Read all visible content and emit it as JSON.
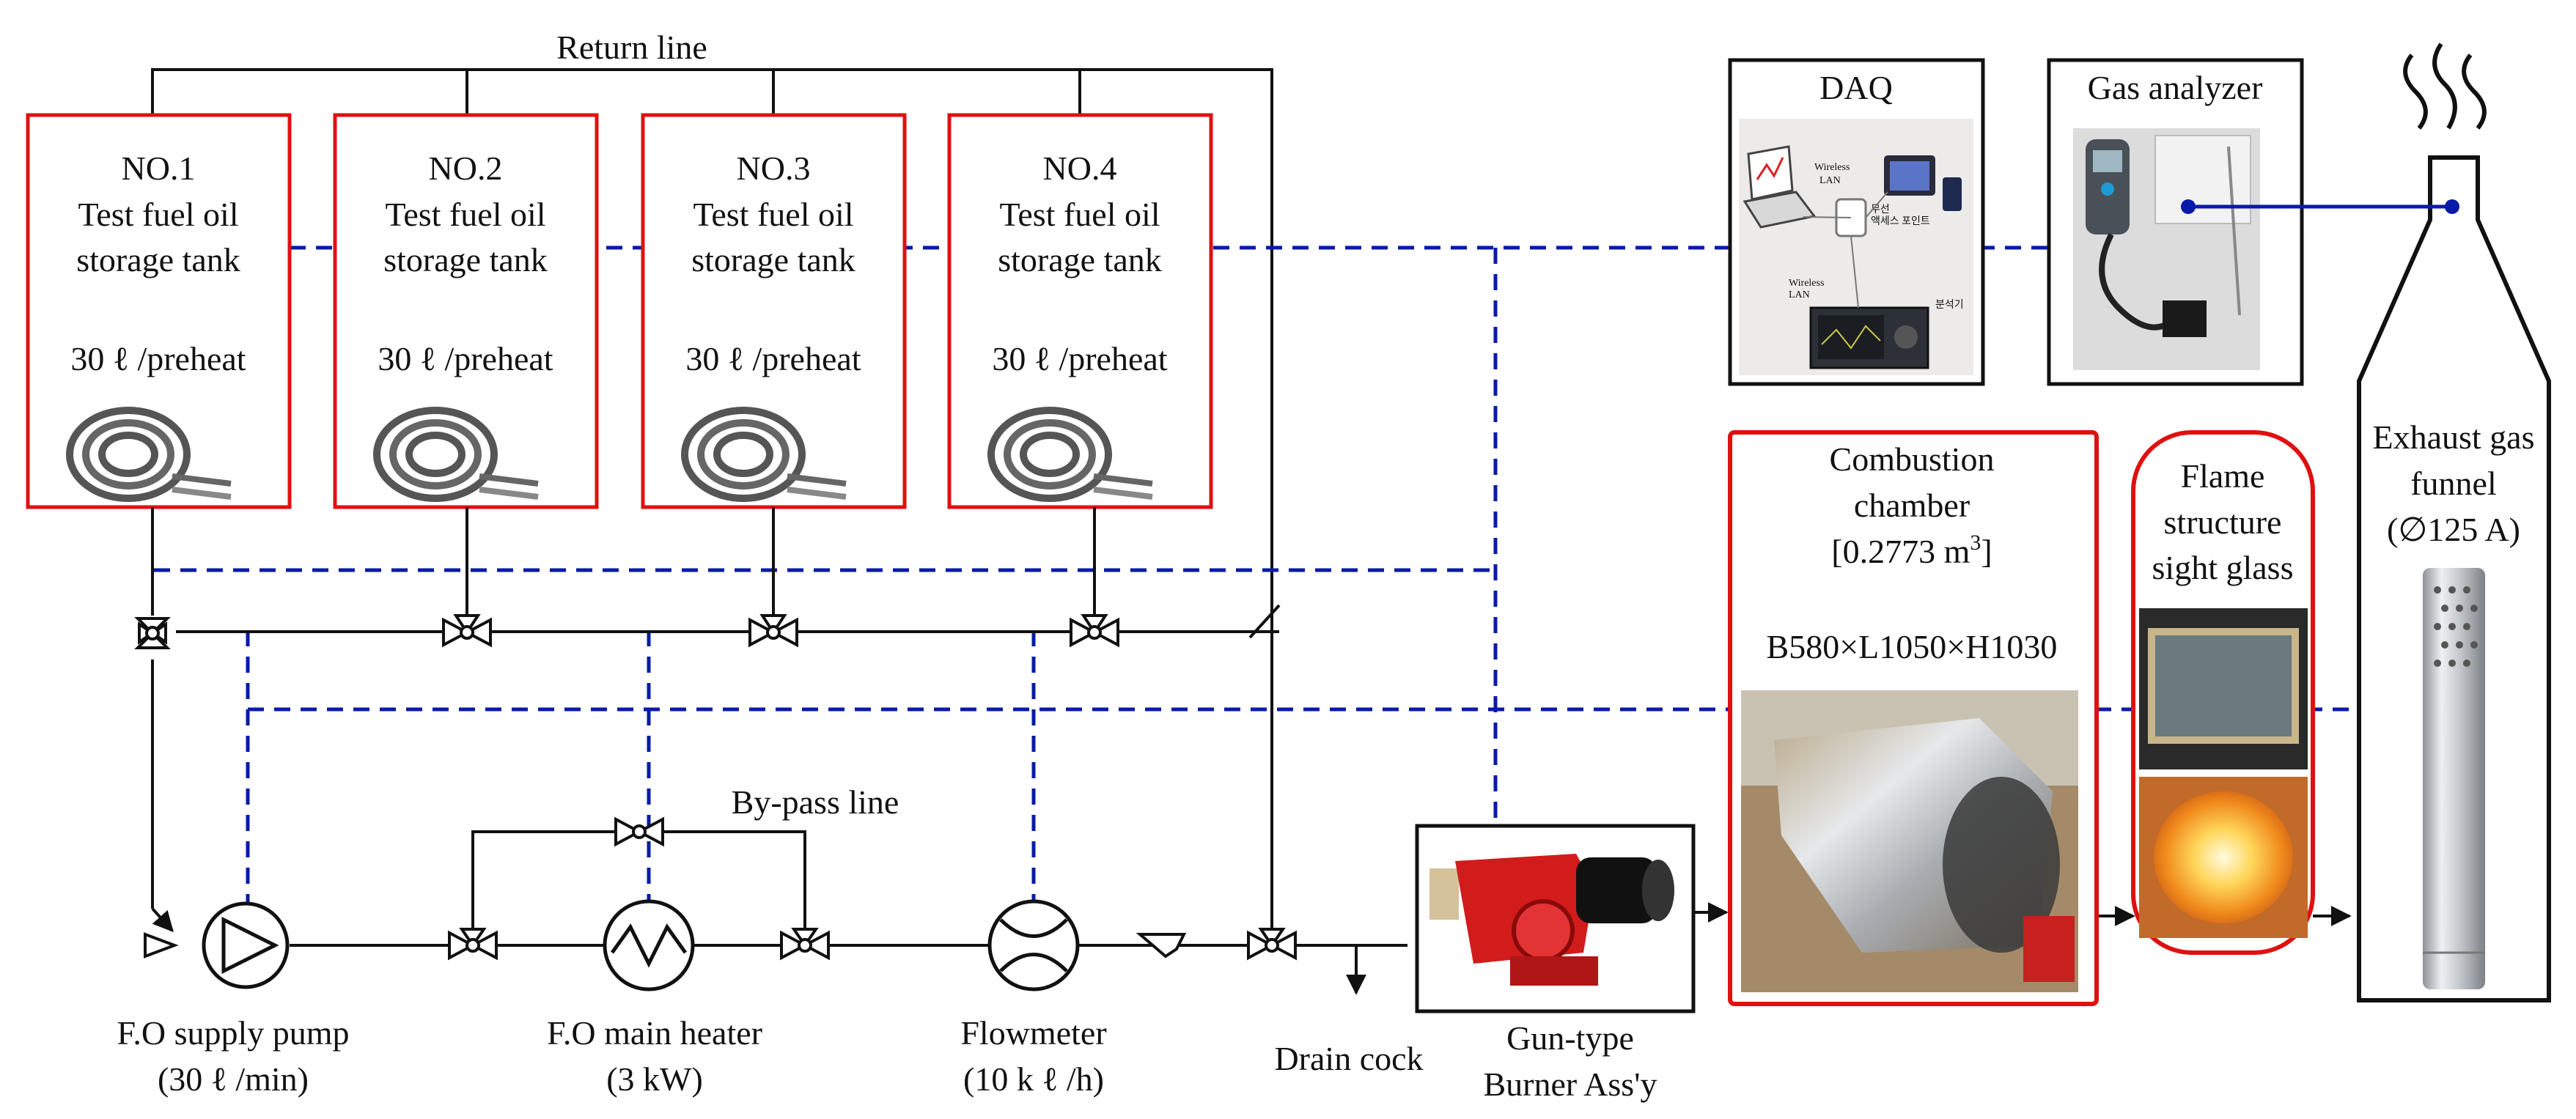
{
  "return_line": "Return line",
  "tanks": [
    {
      "no": "NO.1",
      "line1": "Test fuel oil",
      "line2": "storage tank",
      "spec": "30  ℓ /preheat"
    },
    {
      "no": "NO.2",
      "line1": "Test fuel oil",
      "line2": "storage tank",
      "spec": "30  ℓ /preheat"
    },
    {
      "no": "NO.3",
      "line1": "Test fuel oil",
      "line2": "storage tank",
      "spec": "30  ℓ /preheat"
    },
    {
      "no": "NO.4",
      "line1": "Test fuel oil",
      "line2": "storage tank",
      "spec": "30  ℓ /preheat"
    }
  ],
  "daq": {
    "title": "DAQ",
    "photo_labels": [
      "Wireless",
      "LAN",
      "무선",
      "액세스 포인트",
      "Wireless",
      "LAN",
      "분석기"
    ]
  },
  "gas_analyzer": {
    "title": "Gas analyzer"
  },
  "combustion_chamber": {
    "line1": "Combustion",
    "line2": "chamber",
    "volume": "[0.2773 m",
    "volume_sup": "3",
    "volume_end": "]",
    "dims": "B580×L1050×H1030"
  },
  "sight_glass": {
    "line1": "Flame",
    "line2": "structure",
    "line3": "sight glass"
  },
  "exhaust": {
    "line1": "Exhaust gas",
    "line2": "funnel",
    "line3": "(∅125 A)"
  },
  "bypass": "By-pass line",
  "components": {
    "pump_name": "F.O supply pump",
    "pump_spec": "(30  ℓ /min)",
    "heater_name": "F.O main heater",
    "heater_spec": "(3 kW)",
    "flow_name": "Flowmeter",
    "flow_spec": "(10 k ℓ /h)",
    "drain": "Drain cock",
    "burner_1": "Gun-type",
    "burner_2": "Burner Ass'y"
  },
  "colors": {
    "tank_border": "#e01010",
    "signal_line": "#0a1aa8",
    "pipe": "#111111"
  }
}
